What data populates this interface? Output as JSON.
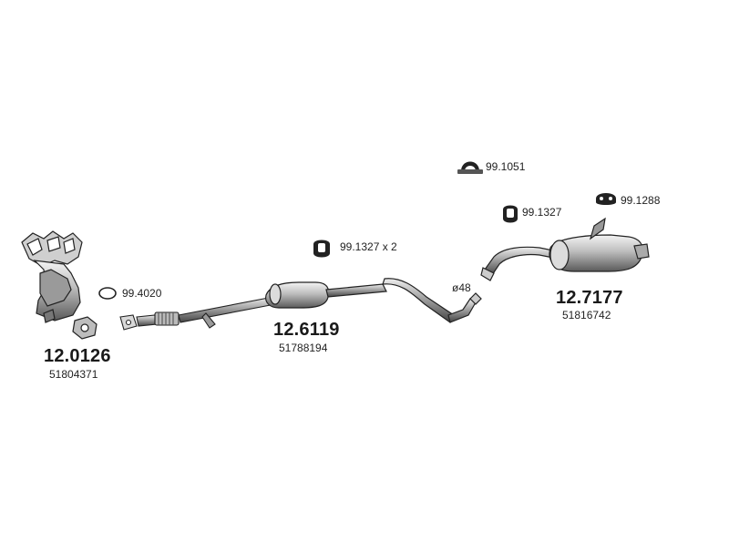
{
  "parts": {
    "catalytic_converter": {
      "code": "12.0126",
      "oem": "51804371"
    },
    "middle_silencer": {
      "code": "12.6119",
      "oem": "51788194"
    },
    "rear_silencer": {
      "code": "12.7177",
      "oem": "51816742"
    }
  },
  "accessories": {
    "gasket": {
      "code": "99.4020"
    },
    "hanger_middle": {
      "code": "99.1327 x 2"
    },
    "clamp": {
      "code": "99.1051"
    },
    "hanger_rear": {
      "code": "99.1327"
    },
    "hanger_end": {
      "code": "99.1288"
    }
  },
  "pipe_diameter": "ø48"
}
